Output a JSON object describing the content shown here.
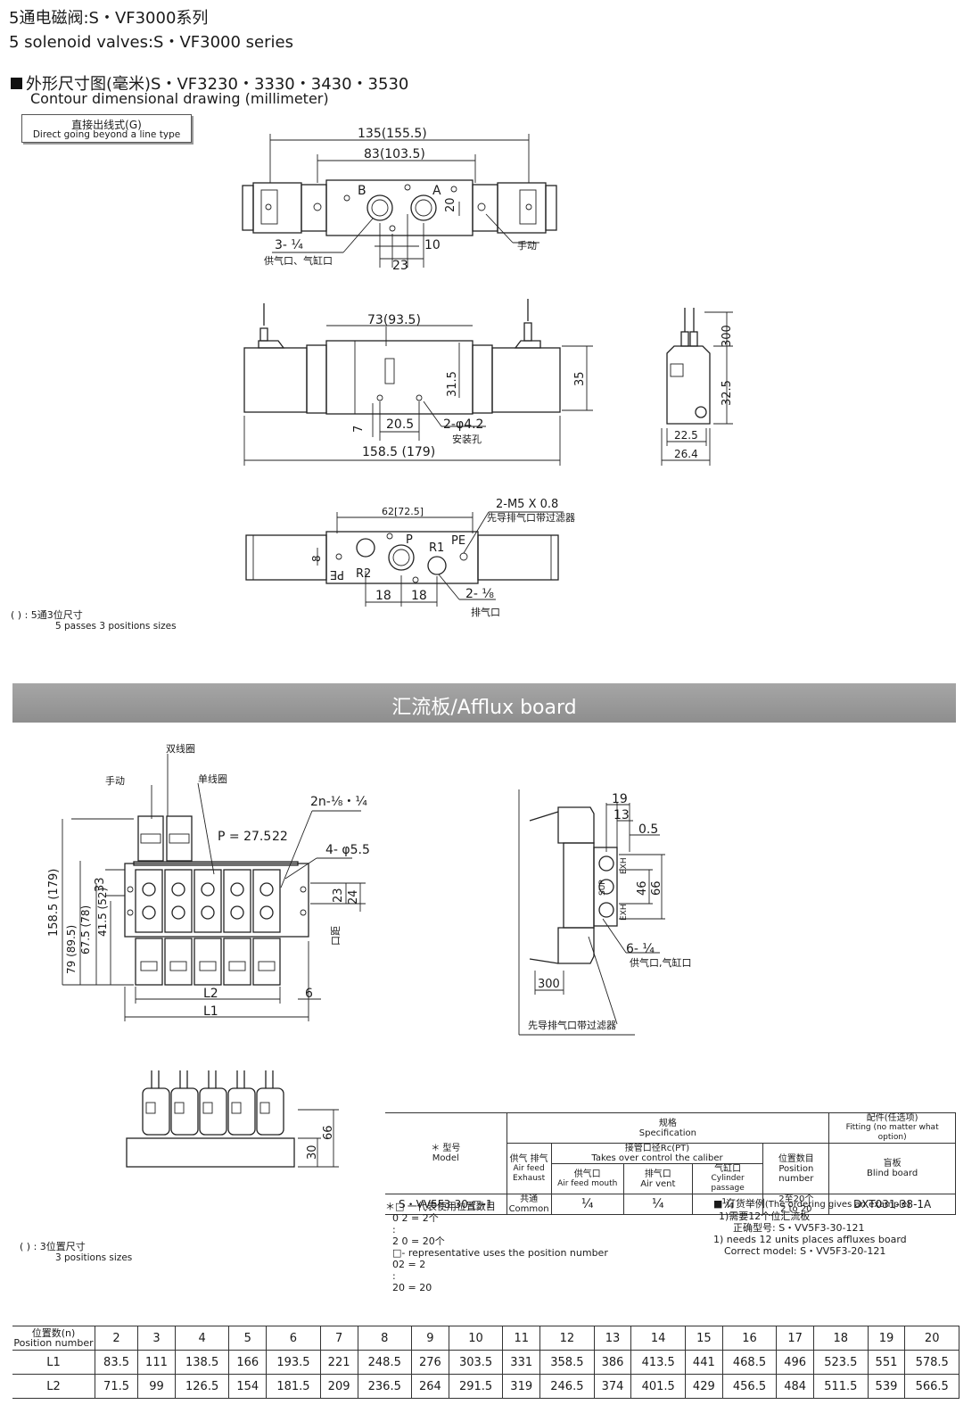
{
  "header": {
    "title_cn": "5通电磁阀:S・VF3000系列",
    "title_en": "5 solenoid valves:S・VF3000 series",
    "section_title": "外形尺寸图(毫米)S・VF3230・3330・3430・3530",
    "section_subtitle": "Contour dimensional drawing (millimeter)",
    "type_box_cn": "直接出线式(G)",
    "type_box_en": "Direct going beyond a line type"
  },
  "drawing1": {
    "d135": "135(155.5)",
    "d83": "83(103.5)",
    "b": "B",
    "a": "A",
    "d20": "20",
    "d10": "10",
    "d23": "23",
    "port": "3- ¼",
    "supply_cn": "供气口、气缸口",
    "manual_cn": "手动"
  },
  "drawing2": {
    "d73": "73(93.5)",
    "d31_5": "31.5",
    "d35": "35",
    "d7": "7",
    "d20_5": "20.5",
    "holes": "2-φ4.2",
    "mount_cn": "安装孔",
    "d158": "158.5 (179)"
  },
  "drawing3": {
    "d300": "300",
    "d32_5": "32.5",
    "d22_5": "22.5",
    "d26_4": "26.4"
  },
  "drawing4": {
    "d62": "62[72.5]",
    "m5": "2-M5 X 0.8",
    "filter_cn": "先导排气口带过滤器",
    "p": "P",
    "r1": "R1",
    "pe": "PE",
    "pe_rev": "PE",
    "r2": "R2",
    "d8": "8",
    "d18a": "18",
    "d18b": "18",
    "port": "2- ⅛",
    "exhaust_cn": "排气口"
  },
  "note1": {
    "paren": "(   ) : 5通3位尺寸",
    "en": "5 passes 3 positions sizes"
  },
  "band": {
    "title": "汇流板/Afflux board"
  },
  "manifold": {
    "double_coil_cn": "双线圈",
    "manual_cn": "手动",
    "single_coil_cn": "单线圈",
    "ports": "2n-⅛・¼",
    "pitch": "P = 27.5",
    "d22": "22",
    "holes": "4- φ5.5",
    "d33": "33",
    "d23": "23",
    "d24": "24",
    "port_cn": "口距",
    "d158": "158.5 (179)",
    "d79": "79 (89.5)",
    "d67": "67.5 (78)",
    "d41": "41.5 (52)",
    "l2": "L2",
    "l1": "L1",
    "d6": "6"
  },
  "side_view": {
    "d19": "19",
    "d13": "13",
    "d0_5": "0.5",
    "d46": "46",
    "d66": "66",
    "exh": "EXH",
    "sup": "SUP",
    "port": "6- ¼",
    "supply_cn": "供气口,气缸口",
    "d300": "300",
    "filter_cn": "先导排气口带过滤器"
  },
  "front_view": {
    "d66": "66",
    "d30": "30"
  },
  "note2": {
    "paren": "(   ) : 3位置尺寸",
    "en": "3 positions sizes"
  },
  "spec_table": {
    "model_label_cn": "＊ 型号",
    "model_label_en": "Model",
    "spec_cn": "规格",
    "spec_en": "Specification",
    "fitting_cn": "配件(任选项)",
    "fitting_en": "Fitting (no matter what option)",
    "air_cn": "供气 排气",
    "air_en": "Air feed Exhaust",
    "rc_cn": "接管口径Rc(PT)",
    "rc_en": "Takes over control the caliber",
    "feed_cn": "供气口",
    "feed_en": "Air feed mouth",
    "vent_cn": "排气口",
    "vent_en": "Air vent",
    "cyl_cn": "气缸口",
    "cyl_en": "Cylinder passage",
    "posnum_cn": "位置数目",
    "posnum_en": "Position number",
    "blind_cn": "盲板",
    "blind_en": "Blind board",
    "model": "S・VV5F3-30-□-1",
    "common_cn": "共通",
    "common_en": "Common",
    "feed": "¼",
    "vent": "¼",
    "cyl": "¼",
    "positions_cn": "2至20个",
    "positions_en": "2 to 20",
    "blind": "DXT031-38-1A"
  },
  "notes_left": [
    "＊□ 一代表使用位置数目",
    "0 2 = 2个",
    ":",
    "2 0 = 20个",
    "□- representative uses the position number",
    "02 = 2",
    ":",
    "20 = 20"
  ],
  "order": {
    "title_cn": "■ 订货举例",
    "title_en": "(The ordering gives an example)",
    "l1": "1)需要12个位汇流板",
    "l2": "正确型号: S・VV5F3-30-121",
    "l3": "1) needs 12 units places affluxes board",
    "l4": "Correct model: S・VV5F3-20-121"
  },
  "positions_table": {
    "header_cn": "位置数(n)",
    "header_en": "Position number",
    "n": [
      "2",
      "3",
      "4",
      "5",
      "6",
      "7",
      "8",
      "9",
      "10",
      "11",
      "12",
      "13",
      "14",
      "15",
      "16",
      "17",
      "18",
      "19",
      "20"
    ],
    "l1_label": "L1",
    "l1": [
      "83.5",
      "111",
      "138.5",
      "166",
      "193.5",
      "221",
      "248.5",
      "276",
      "303.5",
      "331",
      "358.5",
      "386",
      "413.5",
      "441",
      "468.5",
      "496",
      "523.5",
      "551",
      "578.5"
    ],
    "l2_label": "L2",
    "l2": [
      "71.5",
      "99",
      "126.5",
      "154",
      "181.5",
      "209",
      "236.5",
      "264",
      "291.5",
      "319",
      "246.5",
      "374",
      "401.5",
      "429",
      "456.5",
      "484",
      "511.5",
      "539",
      "566.5"
    ]
  }
}
